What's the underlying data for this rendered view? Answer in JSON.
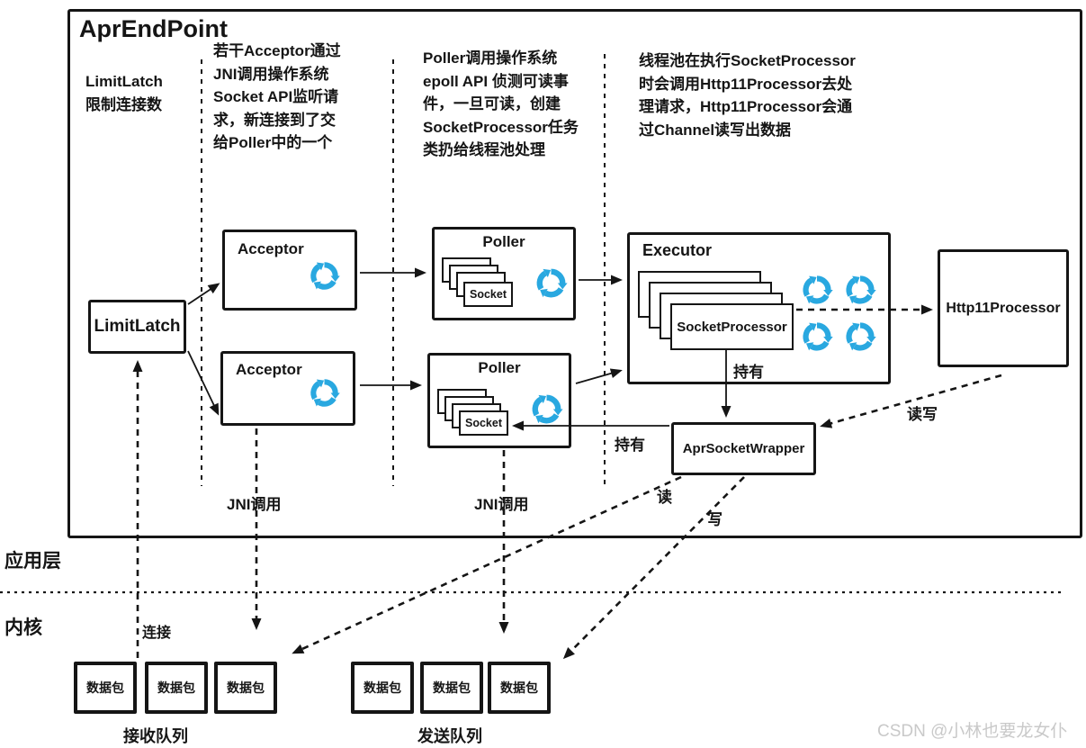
{
  "colors": {
    "accent_blue": "#29A8E0",
    "ink": "#151515",
    "watermark_gray": "#c9c9c9"
  },
  "header": {
    "title": "AprEndPoint"
  },
  "annotations": {
    "limitlatch": "LimitLatch\n限制连接数",
    "acceptor": "若干Acceptor通过\nJNI调用操作系统\nSocket API监听请\n求，新连接到了交\n给Poller中的一个",
    "poller": "Poller调用操作系统\nepoll API 侦测可读事\n件，一旦可读，创建\nSocketProcessor任务\n类扔给线程池处理",
    "executor": "线程池在执行SocketProcessor\n时会调用Http11Processor去处\n理请求，Http11Processor会通\n过Channel读写出数据"
  },
  "boxes": {
    "limitlatch": "LimitLatch",
    "acceptor": "Acceptor",
    "poller": "Poller",
    "socket": "Socket",
    "executor": "Executor",
    "socket_processor": "SocketProcessor",
    "http11_processor": "Http11Processor",
    "apr_socket_wrapper": "AprSocketWrapper"
  },
  "edge_labels": {
    "jni_call": "JNI调用",
    "hold": "持有",
    "connect": "连接",
    "read": "读",
    "write": "写",
    "read_write": "读写"
  },
  "layers": {
    "application": "应用层",
    "kernel": "内核"
  },
  "queues": {
    "packet": "数据包",
    "receive": "接收队列",
    "send": "发送队列"
  },
  "watermark": "CSDN @小林也要龙女仆"
}
